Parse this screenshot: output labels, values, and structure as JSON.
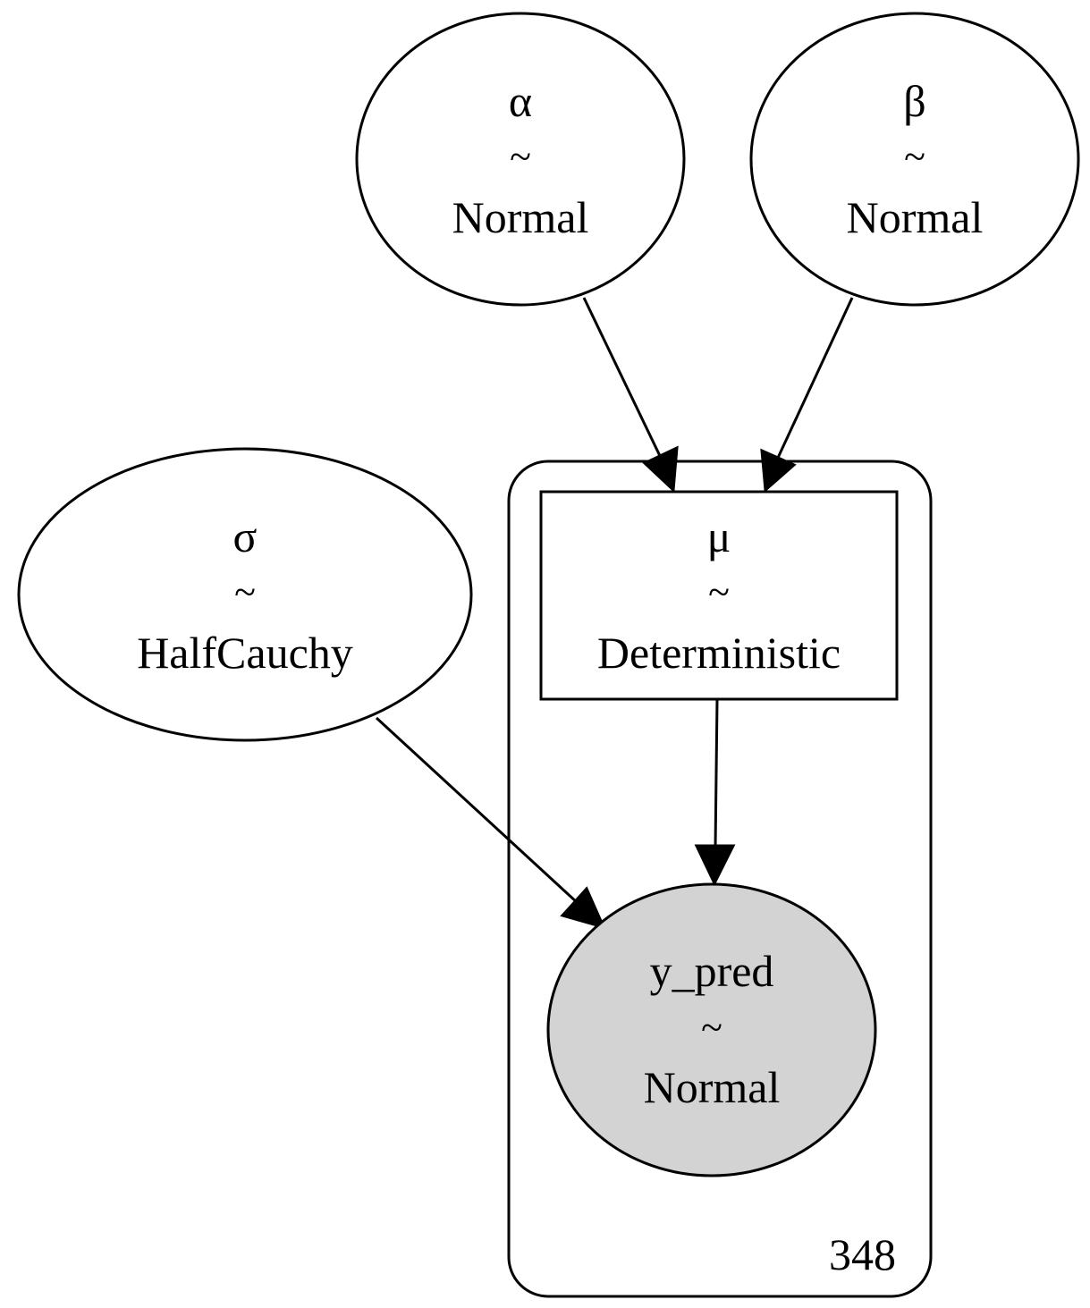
{
  "colors": {
    "stroke": "#000000",
    "observed_fill": "#d3d3d3",
    "free_fill": "#ffffff"
  },
  "plate": {
    "count": "348"
  },
  "nodes": {
    "alpha": {
      "name": "α",
      "tilde": "~",
      "dist": "Normal"
    },
    "beta": {
      "name": "β",
      "tilde": "~",
      "dist": "Normal"
    },
    "sigma": {
      "name": "σ",
      "tilde": "~",
      "dist": "HalfCauchy"
    },
    "mu": {
      "name": "μ",
      "tilde": "~",
      "dist": "Deterministic"
    },
    "y_pred": {
      "name": "y_pred",
      "tilde": "~",
      "dist": "Normal"
    }
  },
  "edges": [
    {
      "from": "α",
      "to": "μ"
    },
    {
      "from": "β",
      "to": "μ"
    },
    {
      "from": "μ",
      "to": "y_pred"
    },
    {
      "from": "σ",
      "to": "y_pred"
    }
  ]
}
